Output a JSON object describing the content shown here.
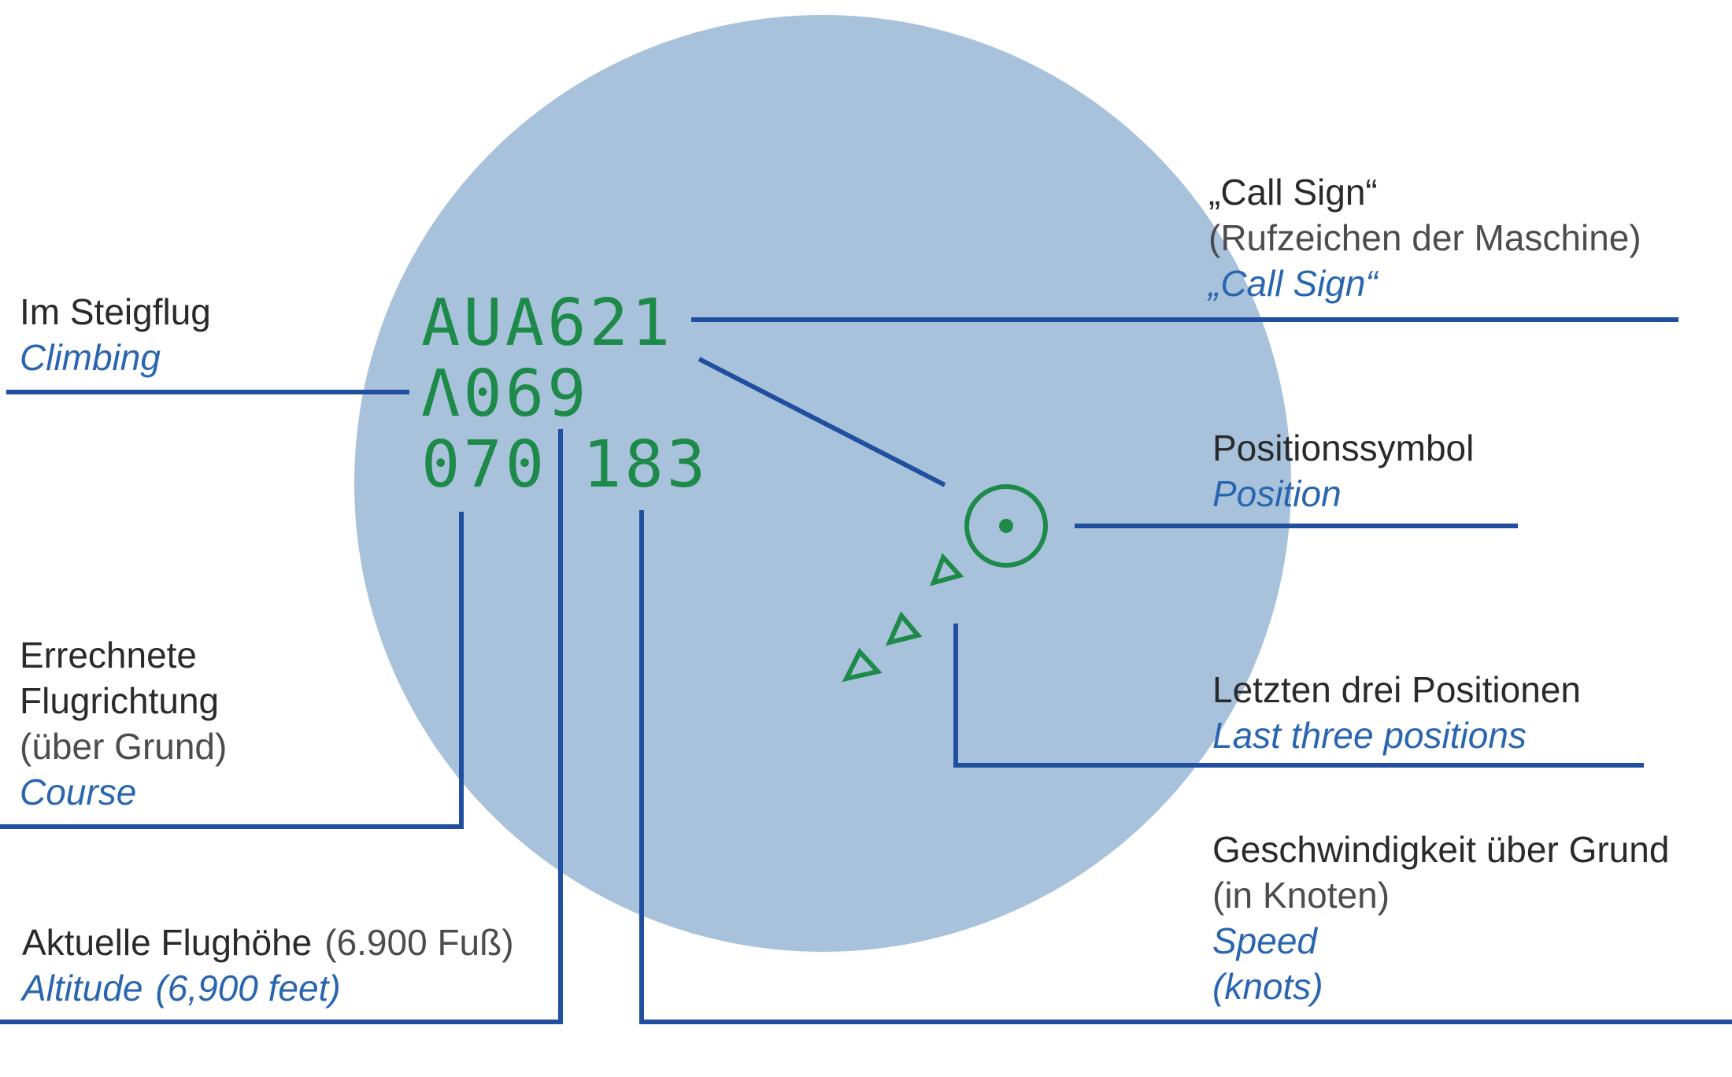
{
  "radar_label": {
    "callsign": "AUA621",
    "altitude": "Λ069",
    "course": "070",
    "speed": "183"
  },
  "annotations": {
    "callsign": {
      "de": "„Call Sign“",
      "de_note": "(Rufzeichen der Maschine)",
      "en": "„Call Sign“"
    },
    "climbing": {
      "de": "Im Steigflug",
      "en": "Climbing"
    },
    "position": {
      "de": "Positionssymbol",
      "en": "Position"
    },
    "last_positions": {
      "de": "Letzten drei Positionen",
      "en": "Last three positions"
    },
    "course": {
      "de_1": "Errechnete",
      "de_2": "Flugrichtung",
      "de_note": "(über Grund)",
      "en": "Course"
    },
    "altitude": {
      "de": "Aktuelle Flughöhe",
      "de_note": "(6.900 Fuß)",
      "en": "Altitude",
      "en_note": "(6,900 feet)"
    },
    "speed": {
      "de": "Geschwindigkeit über Grund",
      "de_note": "(in Knoten)",
      "en": "Speed",
      "en_note": "(knots)"
    }
  },
  "colors": {
    "circle": "#a8c2dc",
    "radar_green": "#1e8a4a",
    "leader_blue": "#1f4f9e",
    "english_blue": "#2a66b0"
  },
  "icons": [
    "position-symbol-icon",
    "previous-position-triangle-icon"
  ]
}
